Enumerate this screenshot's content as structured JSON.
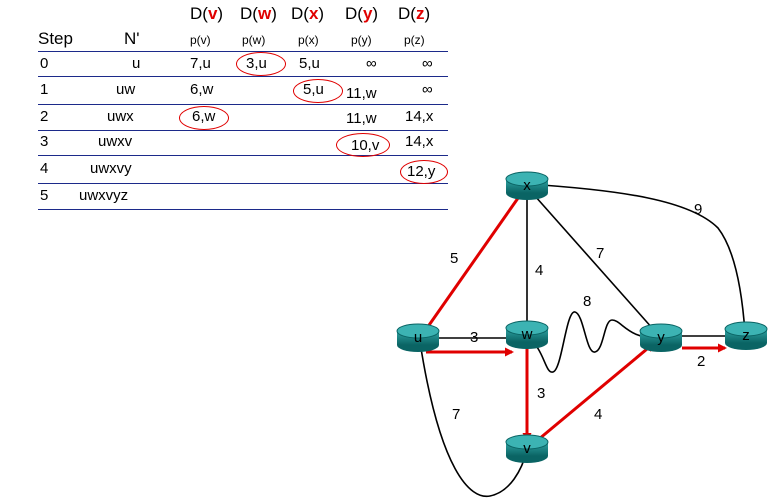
{
  "table": {
    "step_header": "Step",
    "nprime_header": "N'",
    "columns": [
      {
        "prefix": "D(",
        "node": "v",
        "suffix": ")",
        "sub": "p(v)"
      },
      {
        "prefix": "D(",
        "node": "w",
        "suffix": ")",
        "sub": "p(w)"
      },
      {
        "prefix": "D(",
        "node": "x",
        "suffix": ")",
        "sub": "p(x)"
      },
      {
        "prefix": "D(",
        "node": "y",
        "suffix": ")",
        "sub": "p(y)"
      },
      {
        "prefix": "D(",
        "node": "z",
        "suffix": ")",
        "sub": "p(z)"
      }
    ],
    "rows": [
      {
        "step": "0",
        "nprime": "u",
        "cells": [
          "7,u",
          "3,u",
          "5,u",
          "∞",
          "∞"
        ]
      },
      {
        "step": "1",
        "nprime": "uw",
        "cells": [
          "6,w",
          "",
          "5,u",
          "11,w",
          "∞"
        ]
      },
      {
        "step": "2",
        "nprime": "uwx",
        "cells": [
          "6,w",
          "",
          "",
          "11,w",
          "14,x"
        ]
      },
      {
        "step": "3",
        "nprime": "uwxv",
        "cells": [
          "",
          "",
          "",
          "10,v",
          "14,x"
        ]
      },
      {
        "step": "4",
        "nprime": "uwxvy",
        "cells": [
          "",
          "",
          "",
          "",
          "12,y"
        ]
      },
      {
        "step": "5",
        "nprime": "uwxvyz",
        "cells": [
          "",
          "",
          "",
          "",
          ""
        ]
      }
    ]
  },
  "graph": {
    "nodes": {
      "u": "u",
      "v": "v",
      "w": "w",
      "x": "x",
      "y": "y",
      "z": "z"
    },
    "edge_weights": {
      "ux": "5",
      "uw": "3",
      "uv": "7",
      "wx": "4",
      "wy": "8",
      "wv": "3",
      "xy": "7",
      "xz": "9",
      "vy": "4",
      "yz": "2"
    }
  },
  "colors": {
    "accent": "#e00000",
    "router": "#0f7f7f",
    "rule": "#1c2a8a"
  }
}
